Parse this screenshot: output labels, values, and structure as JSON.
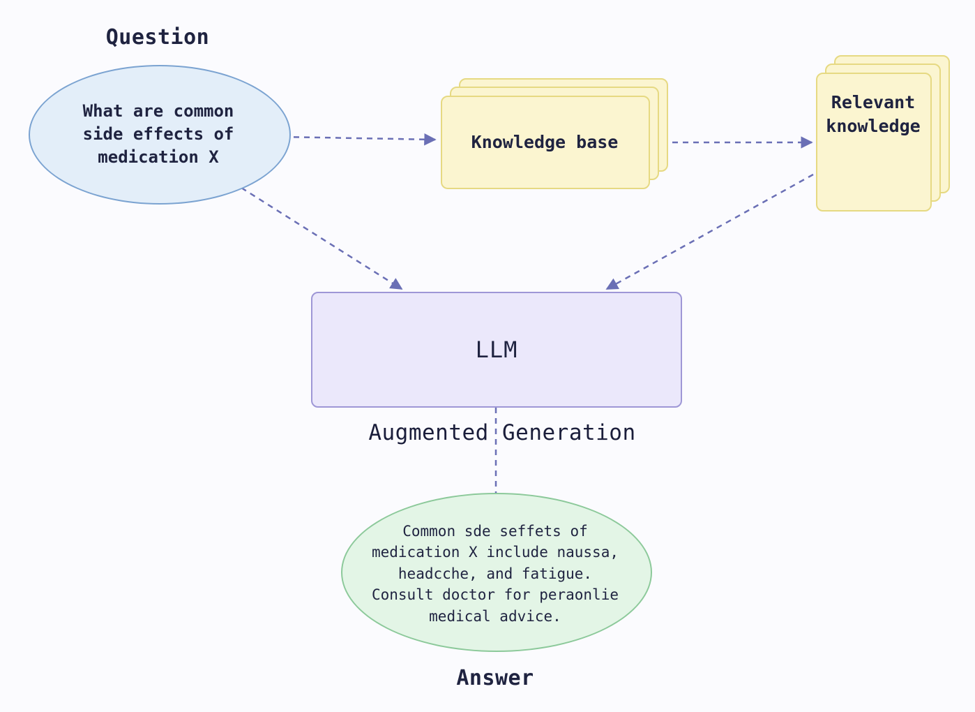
{
  "diagram": {
    "question_label": "Question",
    "question_text": "What are common\nside effects of\nmedication X",
    "knowledge_base": "Knowledge base",
    "relevant_knowledge": "Relevant\nknowledge",
    "llm": "LLM",
    "augmented_generation": "Augmented Generation",
    "answer_text": "Common sde seffets of\nmedication X include naussa,\nheadcche, and fatigue.\nConsult doctor for peraonlie\nmedical advice.",
    "answer_label": "Answer"
  },
  "colors": {
    "arrow": "#6a6fb5",
    "question_fill": "#e3eef9",
    "answer_fill": "#e3f5e6",
    "knowledge_fill": "#fbf5d0",
    "llm_fill": "#ebe8fb"
  }
}
